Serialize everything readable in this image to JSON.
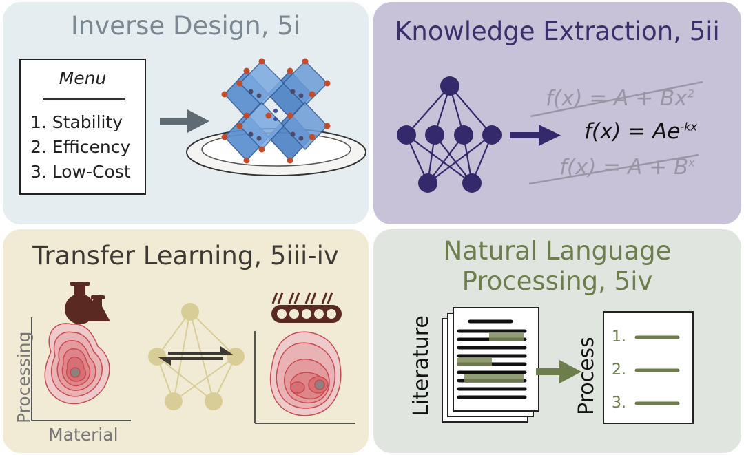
{
  "panels": {
    "inverse_design": {
      "title": "Inverse Design, 5i",
      "menu": {
        "title": "Menu",
        "items": [
          "1. Stability",
          "2. Efficency",
          "3. Low-Cost"
        ]
      }
    },
    "knowledge_extraction": {
      "title": "Knowledge Extraction, 5ii",
      "equations": {
        "top_base": "f(x) = A + Bx",
        "top_sup": "2",
        "main_base": "f(x) = Ae",
        "main_sup": "-kx",
        "bottom_base": "f(x) = A + B",
        "bottom_sup": "x"
      }
    },
    "transfer_learning": {
      "title": "Transfer Learning, 5iii-iv",
      "xlabel": "Material",
      "ylabel": "Processing"
    },
    "nlp": {
      "title_line1": "Natural Language",
      "title_line2": "Processing, 5iv",
      "literature_label": "Literature",
      "process_label": "Process",
      "steps": [
        "1.",
        "2.",
        "3."
      ]
    }
  },
  "colors": {
    "panel1_bg": "#e6edf1",
    "panel2_bg": "#c7c2d8",
    "panel3_bg": "#f1ebd6",
    "panel4_bg": "#e0e6df",
    "network_purple": "#33296b",
    "network_tan": "#d8cd97",
    "contour_red": "#c94a50",
    "olive": "#6d7d4c",
    "lab_brown": "#5a2a22"
  }
}
